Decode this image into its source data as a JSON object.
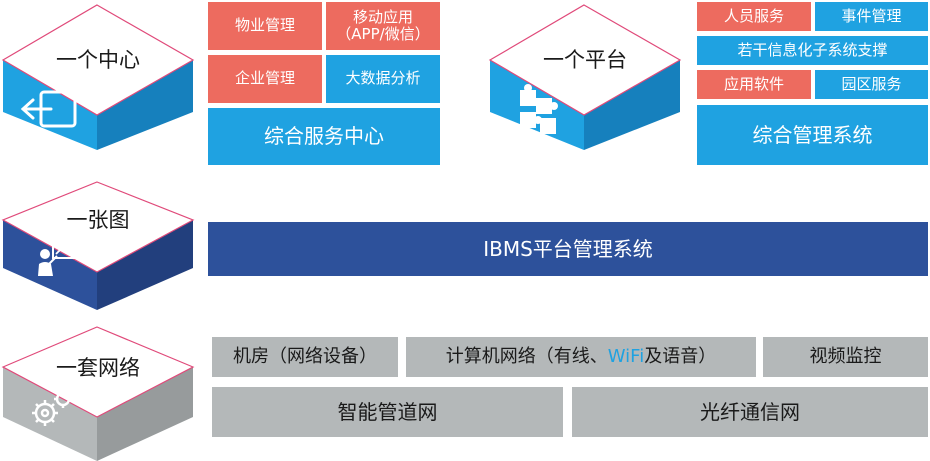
{
  "tiers": {
    "center": {
      "label": "一个中心",
      "color": "#1fa2e1",
      "icon": "exit-door-icon",
      "tiles": [
        "物业管理",
        "移动应用",
        "（APP/微信）",
        "企业管理",
        "大数据分析"
      ],
      "base": "综合服务中心"
    },
    "platform": {
      "label": "一个平台",
      "color": "#1fa2e1",
      "icon": "puzzle-icon",
      "tiles": [
        "人员服务",
        "事件管理",
        "若干信息化子系统支撑",
        "应用软件",
        "园区服务"
      ],
      "base": "综合管理系统"
    },
    "map": {
      "label": "一张图",
      "color": "#2d519b",
      "icon": "presenter-chart-icon",
      "bar": "IBMS平台管理系统"
    },
    "network": {
      "label": "一套网络",
      "color": "#b4b8b9",
      "icon": "gears-icon",
      "row1": {
        "machine_room": "机房（网络设备）",
        "computer_net_pre": "计算机网络（有线、",
        "computer_net_wifi": "WiFi",
        "computer_net_post": "及语音）",
        "video": "视频监控"
      },
      "row2": [
        "智能管道网",
        "光纤通信网"
      ]
    }
  },
  "colors": {
    "red": "#ed6b5f",
    "blue": "#1fa2e1",
    "navy": "#2d519b",
    "gray": "#b4b8b9",
    "wifi_highlight": "#1fa2e1"
  }
}
